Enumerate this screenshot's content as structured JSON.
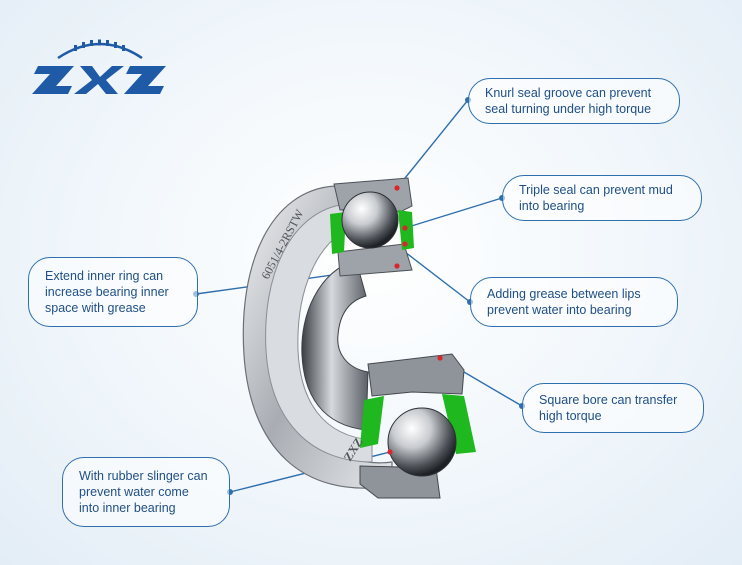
{
  "brand": {
    "name": "ZXZ",
    "stamp": "ZXZ",
    "marking": "6051/4-2RSTW"
  },
  "colors": {
    "brand_blue": "#1f5aa6",
    "callout_border": "#2f6fae",
    "callout_text": "#1f4f86",
    "seal_green": "#1fb81f",
    "dot_red": "#d8262c"
  },
  "callouts": [
    {
      "id": "knurl",
      "text": "Knurl seal groove can prevent\nseal turning under high torque"
    },
    {
      "id": "triple",
      "text": "Triple seal can prevent mud\ninto bearing"
    },
    {
      "id": "extend",
      "text": "Extend inner ring can\nincrease bearing inner\nspace with grease"
    },
    {
      "id": "grease",
      "text": "Adding grease between lips\nprevent water into bearing"
    },
    {
      "id": "square",
      "text": "Square bore can transfer\nhigh torque"
    },
    {
      "id": "slinger",
      "text": "With rubber slinger can\nprevent water come\ninto inner bearing"
    }
  ]
}
